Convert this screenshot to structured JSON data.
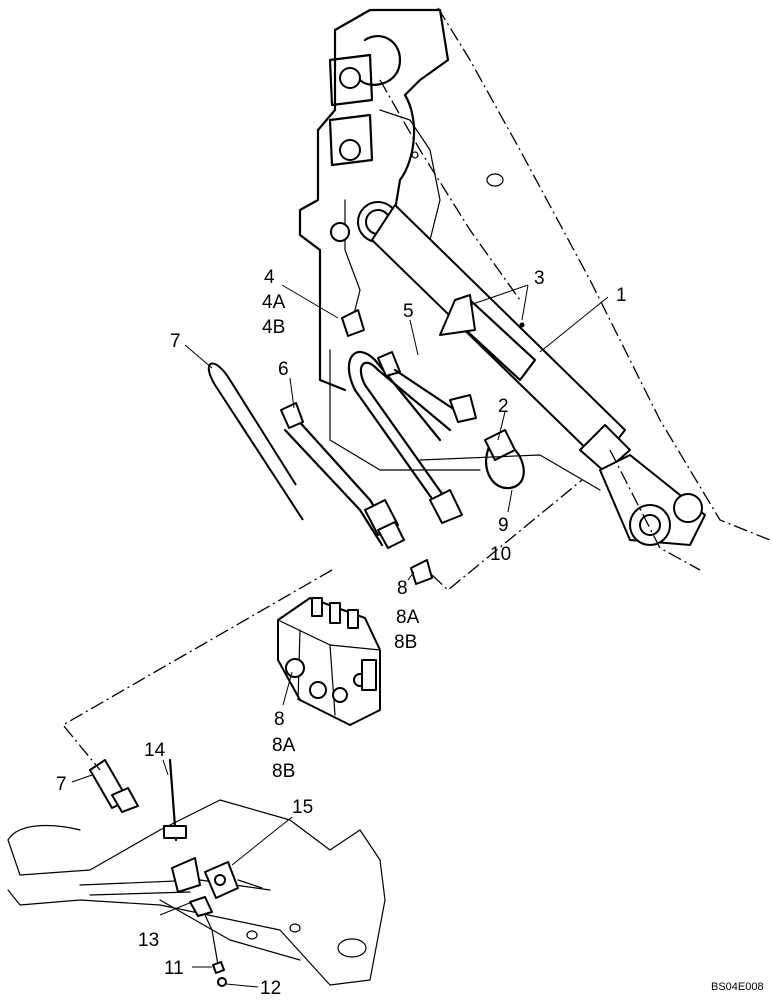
{
  "drawing_code": "BS04E008",
  "callouts": [
    {
      "id": "c1",
      "lines": [
        "1"
      ]
    },
    {
      "id": "c2",
      "lines": [
        "2"
      ]
    },
    {
      "id": "c3",
      "lines": [
        "3"
      ]
    },
    {
      "id": "c4",
      "lines": [
        "4",
        "4A",
        "4B"
      ]
    },
    {
      "id": "c5",
      "lines": [
        "5"
      ]
    },
    {
      "id": "c6",
      "lines": [
        "6"
      ]
    },
    {
      "id": "c7a",
      "lines": [
        "7"
      ]
    },
    {
      "id": "c7b",
      "lines": [
        "7"
      ]
    },
    {
      "id": "c8a",
      "lines": [
        "8",
        "8A",
        "8B"
      ]
    },
    {
      "id": "c8b",
      "lines": [
        "8",
        "8A",
        "8B"
      ]
    },
    {
      "id": "c9",
      "lines": [
        "9"
      ]
    },
    {
      "id": "c10",
      "lines": [
        "10"
      ]
    },
    {
      "id": "c11",
      "lines": [
        "11"
      ]
    },
    {
      "id": "c12",
      "lines": [
        "12"
      ]
    },
    {
      "id": "c13",
      "lines": [
        "13"
      ]
    },
    {
      "id": "c14",
      "lines": [
        "14"
      ]
    },
    {
      "id": "c15",
      "lines": [
        "15"
      ]
    }
  ]
}
